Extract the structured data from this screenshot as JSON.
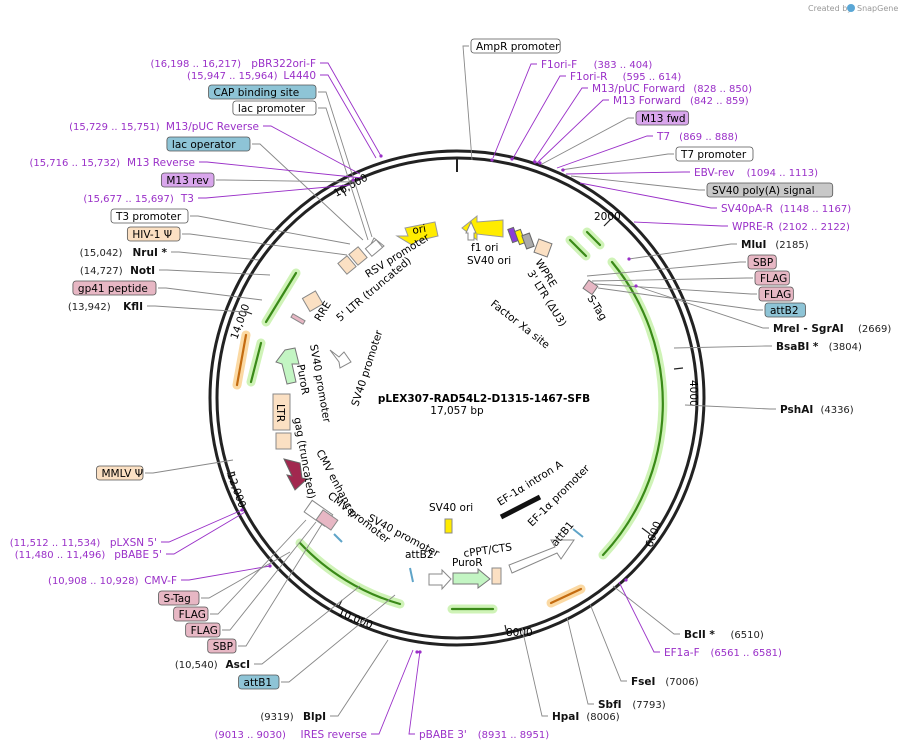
{
  "watermark": {
    "prefix": "Created by",
    "brand": "SnapGene"
  },
  "plasmid": {
    "name": "pLEX307-RAD54L2-D1315-1467-SFB",
    "size_label": "17,057 bp",
    "length_bp": 17057
  },
  "tick_labels": [
    "2000",
    "4000",
    "6000",
    "8000",
    "10,000",
    "12,000",
    "14,000",
    "16,000"
  ],
  "internal_labels": {
    "ori": "ori",
    "f1_ori": "f1 ori",
    "sv40_ori_top": "SV40 ori",
    "rsv_promoter": "RSV promoter",
    "ltr5": "5' LTR (truncated)",
    "rre": "RRE",
    "sv40_prom_a": "SV40 promoter",
    "puror_a": "PuroR",
    "sv40_prom_b": "SV40 promoter",
    "ltr": "LTR",
    "gag": "gag (truncated)",
    "cmv_enh": "CMV enhancer",
    "cmv_prom": "CMV promoter",
    "wpre": "WPRE",
    "ltr3": "3' LTR (ΔU3)",
    "stag": "S-Tag",
    "factor_xa": "Factor Xa site",
    "sv40_ori_bottom": "SV40 ori",
    "ef1a": "EF-1α intron A",
    "ef1a_prom": "EF-1α promoter",
    "attb1": "attB1",
    "sv40_prom_c": "SV40 promoter",
    "attb2": "attB2",
    "cppt": "cPPT/CTS",
    "puror_b": "PuroR"
  },
  "left_labels": [
    {
      "pos": "(16,198 .. 16,217)",
      "text": "pBR322ori-F",
      "kind": "primer"
    },
    {
      "pos": "(15,947 .. 15,964)",
      "text": "L4440",
      "kind": "primer"
    },
    {
      "text": "CAP binding site",
      "kind": "box",
      "color": "#8ec4d6"
    },
    {
      "text": "lac promoter",
      "kind": "box",
      "color": "#ffffff"
    },
    {
      "pos": "(15,729 .. 15,751)",
      "text": "M13/pUC Reverse",
      "kind": "primer"
    },
    {
      "text": "lac operator",
      "kind": "box",
      "color": "#8ec4d6"
    },
    {
      "pos": "(15,716 .. 15,732)",
      "text": "M13 Reverse",
      "kind": "primer"
    },
    {
      "text": "M13 rev",
      "kind": "box",
      "color": "#d9a6ec"
    },
    {
      "pos": "(15,677 .. 15,697)",
      "text": "T3",
      "kind": "primer"
    },
    {
      "text": "T3 promoter",
      "kind": "box",
      "color": "#ffffff"
    },
    {
      "text": "HIV-1 Ψ",
      "kind": "box",
      "color": "#fbe0c3"
    },
    {
      "pos": "(15,042)",
      "text": "NruI *",
      "kind": "site"
    },
    {
      "pos": "(14,727)",
      "text": "NotI",
      "kind": "site"
    },
    {
      "text": "gp41 peptide",
      "kind": "box",
      "color": "#e7b7c4"
    },
    {
      "pos": "(13,942)",
      "text": "KflI",
      "kind": "site"
    },
    {
      "text": "MMLV Ψ",
      "kind": "box",
      "color": "#fbe0c3"
    },
    {
      "pos": "(11,512 .. 11,534)",
      "text": "pLXSN 5'",
      "kind": "primer"
    },
    {
      "pos": "(11,480 .. 11,496)",
      "text": "pBABE 5'",
      "kind": "primer"
    },
    {
      "pos": "(10,908 .. 10,928)",
      "text": "CMV-F",
      "kind": "primer"
    },
    {
      "text": "S-Tag",
      "kind": "box",
      "color": "#e7b7c4"
    },
    {
      "text": "FLAG",
      "kind": "box",
      "color": "#e7b7c4"
    },
    {
      "text": "FLAG",
      "kind": "box",
      "color": "#e7b7c4"
    },
    {
      "text": "SBP",
      "kind": "box",
      "color": "#e7b7c4"
    },
    {
      "pos": "(10,540)",
      "text": "AscI",
      "kind": "site"
    },
    {
      "text": "attB1",
      "kind": "box",
      "color": "#8ec4d6"
    },
    {
      "pos": "(9319)",
      "text": "BlpI",
      "kind": "site"
    },
    {
      "pos": "(9013 .. 9030)",
      "text": "IRES reverse",
      "kind": "primer"
    }
  ],
  "right_labels": [
    {
      "text": "AmpR promoter",
      "kind": "box",
      "color": "#ffffff"
    },
    {
      "text": "F1ori-F",
      "pos": "(383 .. 404)",
      "kind": "primer"
    },
    {
      "text": "F1ori-R",
      "pos": "(595 .. 614)",
      "kind": "primer"
    },
    {
      "text": "M13/pUC Forward",
      "pos": "(828 .. 850)",
      "kind": "primer"
    },
    {
      "text": "M13 Forward",
      "pos": "(842 .. 859)",
      "kind": "primer"
    },
    {
      "text": "M13 fwd",
      "kind": "box",
      "color": "#d9a6ec"
    },
    {
      "text": "T7",
      "pos": "(869 .. 888)",
      "kind": "primer"
    },
    {
      "text": "T7 promoter",
      "kind": "box",
      "color": "#ffffff"
    },
    {
      "text": "EBV-rev",
      "pos": "(1094 .. 1113)",
      "kind": "primer"
    },
    {
      "text": "SV40 poly(A) signal",
      "kind": "box",
      "color": "#c8c8c8"
    },
    {
      "text": "SV40pA-R",
      "pos": "(1148 .. 1167)",
      "kind": "primer"
    },
    {
      "text": "WPRE-R",
      "pos": "(2102 .. 2122)",
      "kind": "primer"
    },
    {
      "text": "MluI",
      "pos": "(2185)",
      "kind": "site"
    },
    {
      "text": "SBP",
      "kind": "box",
      "color": "#e7b7c4"
    },
    {
      "text": "FLAG",
      "kind": "box",
      "color": "#e7b7c4"
    },
    {
      "text": "FLAG",
      "kind": "box",
      "color": "#e7b7c4"
    },
    {
      "text": "attB2",
      "kind": "box",
      "color": "#8ec4d6"
    },
    {
      "text": "MreI",
      "text2": "- SgrAI",
      "pos": "(2669)",
      "kind": "site2"
    },
    {
      "text": "BsaBI *",
      "pos": "(3804)",
      "kind": "site"
    },
    {
      "text": "PshAI",
      "pos": "(4336)",
      "kind": "site"
    },
    {
      "text": "BclI *",
      "pos": "(6510)",
      "kind": "site"
    },
    {
      "text": "EF1a-F",
      "pos": "(6561 .. 6581)",
      "kind": "primer"
    },
    {
      "text": "FseI",
      "pos": "(7006)",
      "kind": "site"
    },
    {
      "text": "SbfI",
      "pos": "(7793)",
      "kind": "site"
    },
    {
      "text": "HpaI",
      "pos": "(8006)",
      "kind": "site"
    },
    {
      "text": "pBABE 3'",
      "pos": "(8931 .. 8951)",
      "kind": "primer"
    }
  ]
}
